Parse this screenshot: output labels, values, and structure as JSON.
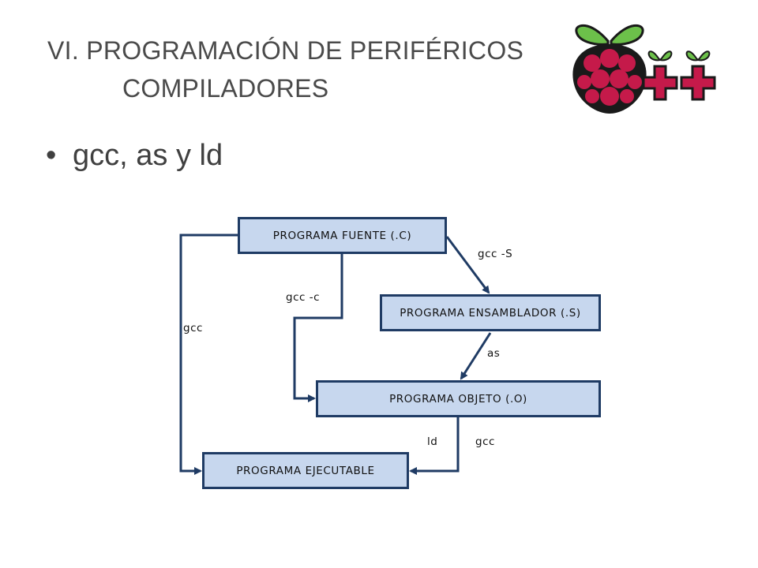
{
  "slide": {
    "title_line1": "VI. PROGRAMACIÓN DE PERIFÉRICOS",
    "title_line2": "COMPILADORES",
    "bullet_symbol": "•",
    "bullet_text": "gcc, as y ld",
    "logo_icon": "raspberry-pi-plusplus-logo"
  },
  "diagram": {
    "nodes": {
      "fuente": "PROGRAMA FUENTE (.C)",
      "ensamblador": "PROGRAMA ENSAMBLADOR (.S)",
      "objeto": "PROGRAMA OBJETO (.O)",
      "ejecutable": "PROGRAMA EJECUTABLE"
    },
    "edges": {
      "fuente_to_ensamblador": "gcc -S",
      "fuente_to_objeto": "gcc -c",
      "fuente_to_ejecutable": "gcc",
      "ensamblador_to_objeto": "as",
      "objeto_to_ejecutable_ld": "ld",
      "objeto_to_ejecutable_gcc": "gcc"
    }
  },
  "colors": {
    "box_fill": "#c7d7ee",
    "box_border": "#1f3b64",
    "arrow": "#1f3b64",
    "title_text": "#4a4a4a",
    "raspberry_red": "#c51a4a",
    "leaf_green": "#6cc04a"
  }
}
